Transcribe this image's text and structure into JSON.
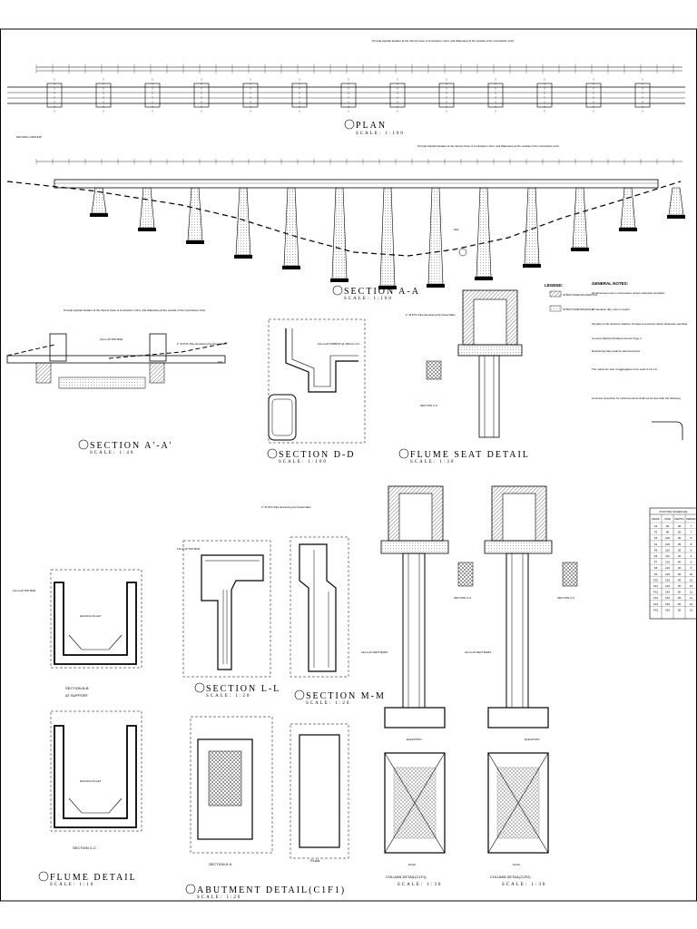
{
  "titles": {
    "plan": "PLAN",
    "plan_scale": "SCALE: 1:100",
    "section_aa": "SECTION A-A",
    "section_aa_scale": "SCALE: 1:100",
    "section_aa_prime": "SECTION A'-A'",
    "section_aa_prime_scale": "SCALE: 1:40",
    "section_dd": "SECTION D-D",
    "section_dd_scale": "SCALE: 1:100",
    "flume_seat": "FLUME SEAT DETAIL",
    "flume_seat_scale": "SCALE: 1:30",
    "section_bb": "SECTION B-B",
    "section_bb_sub": "AT SUPPORT",
    "section_cc": "SECTION C-C",
    "flume_detail": "FLUME DETAIL",
    "flume_detail_scale": "SCALE: 1:10",
    "section_ll": "SECTION L-L",
    "section_ll_scale": "SCALE: 1:20",
    "section_mm": "SECTION M-M",
    "section_mm_scale": "SCALE: 1:20",
    "section_kk": "SECTION K-K",
    "plan_small": "PLAN",
    "abutment": "ABUTMENT DETAIL(C1F1)",
    "abutment_scale": "SCALE: 1:20",
    "column_detail_c1": "COLUMN DETAIL(C1F1)",
    "column_detail_c2": "COLUMN DETAIL(C2F2)",
    "column_scale": "SCALE: 1:30",
    "section_xx": "SECTION X-X",
    "elevation": "ELEVATION",
    "plan_label": "PLAN"
  },
  "legend": {
    "heading": "LEGEND:",
    "items": [
      "STRUCTURE EXCAVATION",
      "STRUCTURE BACKFILL"
    ]
  },
  "notes": {
    "heading": "GENERAL NOTES:",
    "items": [
      "All dimensions are in centimeters unless otherwise specified",
      "All elevation (EL.) are in meters",
      "All parts of the structure shall be of Class A concrete unless otherwise specified",
      "Cement shall be Portland Cement Type 1",
      "Reinforcing bars shall be deformed bars",
      "The maximum size of aggregates to be used is 19 mm",
      "Concrete protection for reinforcements shall not be less than the following"
    ]
  },
  "callouts": {
    "asphalt_note": "Provide Asphalt Sealant at the Interior Face of Contraction Joint, and Waterstop at the outside of the Contraction Joint",
    "nat_ground": "NATURAL GROUND",
    "ngl": "NGL",
    "bar_a": "12mm Ø TOP BAR",
    "bar_b": "12mm Ø STIRRUP @ 150mm O.C.",
    "bar_c": "16mm Ø VERT BARS",
    "pipe_note": "1\" Ø PVC Pipe Enclosing the Dowel Bars",
    "haunch": "HAUNCH FILLET"
  },
  "schedule": {
    "title": "FOOTING SCHEDULE",
    "headers": [
      "MARK",
      "SIZE",
      "DEPTH",
      "REBAR"
    ],
    "rows": [
      [
        "F1",
        "90",
        "30",
        "7"
      ],
      [
        "F2",
        "90",
        "30",
        "7"
      ],
      [
        "F3",
        "100",
        "35",
        "8"
      ],
      [
        "F4",
        "100",
        "35",
        "8"
      ],
      [
        "F5",
        "110",
        "35",
        "8"
      ],
      [
        "F6",
        "110",
        "40",
        "9"
      ],
      [
        "F7",
        "120",
        "40",
        "9"
      ],
      [
        "F8",
        "120",
        "40",
        "9"
      ],
      [
        "F9",
        "120",
        "45",
        "10"
      ],
      [
        "F10",
        "130",
        "45",
        "10"
      ],
      [
        "F11",
        "130",
        "45",
        "10"
      ],
      [
        "F12",
        "140",
        "50",
        "11"
      ],
      [
        "F13",
        "140",
        "50",
        "11"
      ],
      [
        "F14",
        "150",
        "50",
        "12"
      ],
      [
        "F15",
        "150",
        "55",
        "12"
      ]
    ]
  },
  "colors": {
    "ink": "#000000",
    "paper": "#ffffff",
    "hatch": "#555555"
  }
}
